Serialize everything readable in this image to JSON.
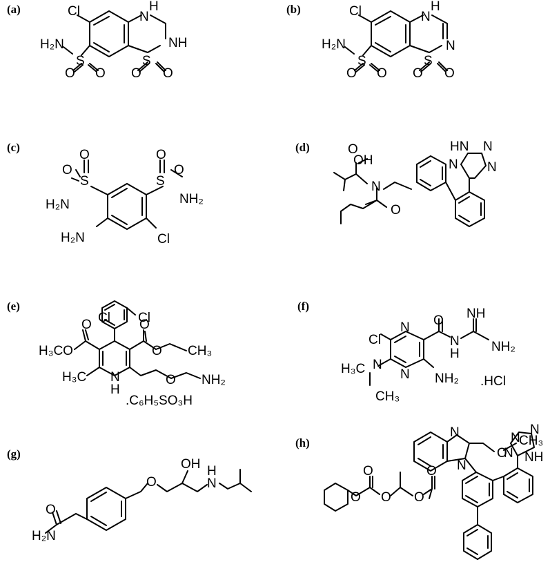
{
  "panels": [
    {
      "id": "a",
      "label": "(a)",
      "atoms": {
        "cl": "Cl",
        "nh_top": "H",
        "nh_top_n": "N",
        "nh_right": "NH",
        "h2n": "H₂N",
        "s1": "S",
        "s2": "S",
        "o1": "O",
        "o2": "O",
        "o3": "O",
        "o4": "O"
      }
    },
    {
      "id": "b",
      "label": "(b)",
      "atoms": {
        "cl": "Cl",
        "nh_top": "H",
        "nh_top_n": "N",
        "n_right": "N",
        "h2n": "H₂N",
        "s1": "S",
        "s2": "S",
        "o1": "O",
        "o2": "O",
        "o3": "O",
        "o4": "O"
      }
    },
    {
      "id": "c",
      "label": "(c)",
      "atoms": {
        "o1": "O",
        "o2": "O",
        "o3": "O",
        "o4": "O",
        "s1": "S",
        "s2": "S",
        "h2n_1": "H₂N",
        "nh2_1": "NH₂",
        "h2n_2": "H₂N",
        "cl": "Cl"
      }
    },
    {
      "id": "d",
      "label": "(d)",
      "atoms": {
        "oh": "OH",
        "o_acid": "O",
        "n": "N",
        "o_amide": "O",
        "tz_hn": "HN",
        "tz_n1": "N",
        "tz_n2": "N",
        "tz_n3": "N"
      }
    },
    {
      "id": "e",
      "label": "(e)",
      "atoms": {
        "cl": "Cl",
        "h3co": "H₃CO",
        "o1": "O",
        "o2": "O",
        "o3": "O",
        "ch3_top": "CH₃",
        "h3c": "H₃C",
        "nh": "N",
        "h": "H",
        "o4": "O",
        "nh2": "NH₂",
        "salt": ".C₆H₅SO₃H"
      }
    },
    {
      "id": "f",
      "label": "(f)",
      "atoms": {
        "o": "O",
        "nh_top": "NH",
        "cl": "Cl",
        "n1": "N",
        "n2": "N",
        "nh": "N",
        "h": "H",
        "nh2_right": "NH₂",
        "h3c": "H₃C",
        "n_me": "N",
        "ch3": "CH₃",
        "nh2": "NH₂",
        "salt": ".HCl"
      }
    },
    {
      "id": "g",
      "label": "(g)",
      "atoms": {
        "oh": "OH",
        "o_ether": "O",
        "n": "N",
        "h": "H",
        "o": "O",
        "h2n": "H₂N"
      }
    },
    {
      "id": "h",
      "label": "(h)",
      "atoms": {
        "n1": "N",
        "o_ethoxy": "O",
        "n2": "N",
        "ch3": "CH₃",
        "o1": "O",
        "o2": "O",
        "o3": "O",
        "o4": "O",
        "o5": "O",
        "tz_n1": "N",
        "tz_n2": "N",
        "tz_n3": "N",
        "tz_nh": "NH"
      }
    }
  ]
}
